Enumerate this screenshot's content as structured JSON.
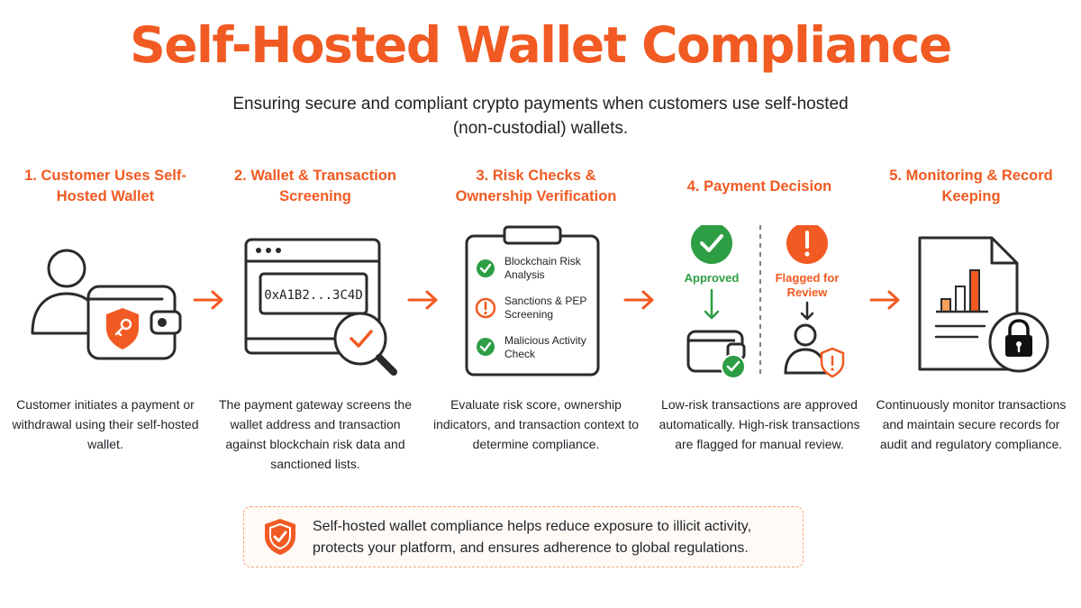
{
  "header": {
    "title": "Self-Hosted Wallet Compliance",
    "subtitle": "Ensuring secure and compliant crypto payments when customers use self-hosted (non-custodial) wallets."
  },
  "steps": [
    {
      "title": "1. Customer Uses Self-Hosted Wallet",
      "description": "Customer initiates a payment or withdrawal using their self-hosted wallet.",
      "icon": "user-wallet-icon"
    },
    {
      "title": "2. Wallet & Transaction Screening",
      "description": "The payment gateway screens the wallet address and transaction against blockchain risk data and sanctioned lists.",
      "icon": "monitor-magnifier-icon",
      "wallet_address": "0xA1B2...3C4D"
    },
    {
      "title": "3. Risk Checks & Ownership Verification",
      "description": "Evaluate risk score, ownership indicators, and transaction context to determine compliance.",
      "icon": "clipboard-icon",
      "checklist": [
        {
          "line1": "Blockchain Risk",
          "line2": "Analysis",
          "status": "check"
        },
        {
          "line1": "Sanctions & PEP",
          "line2": "Screening",
          "status": "warning"
        },
        {
          "line1": "Malicious Activity",
          "line2": "Check",
          "status": "check"
        }
      ]
    },
    {
      "title": "4. Payment Decision",
      "description": "Low-risk transactions are approved automatically. High-risk transactions are flagged for manual review.",
      "icon": "decision-icon",
      "approved_label": "Approved",
      "flagged_label_line1": "Flagged for",
      "flagged_label_line2": "Review"
    },
    {
      "title": "5. Monitoring & Record Keeping",
      "description": "Continuously monitor transactions and maintain secure records for audit and regulatory compliance.",
      "icon": "report-lock-icon"
    }
  ],
  "footer": {
    "text": "Self-hosted wallet compliance helps reduce exposure to illicit activity, protects your platform, and ensures adherence to global regulations.",
    "icon": "shield-check-icon"
  },
  "colors": {
    "accent": "#f15a22",
    "success": "#2e9e44",
    "text": "#1f2328",
    "outline": "#2b2b2b"
  }
}
